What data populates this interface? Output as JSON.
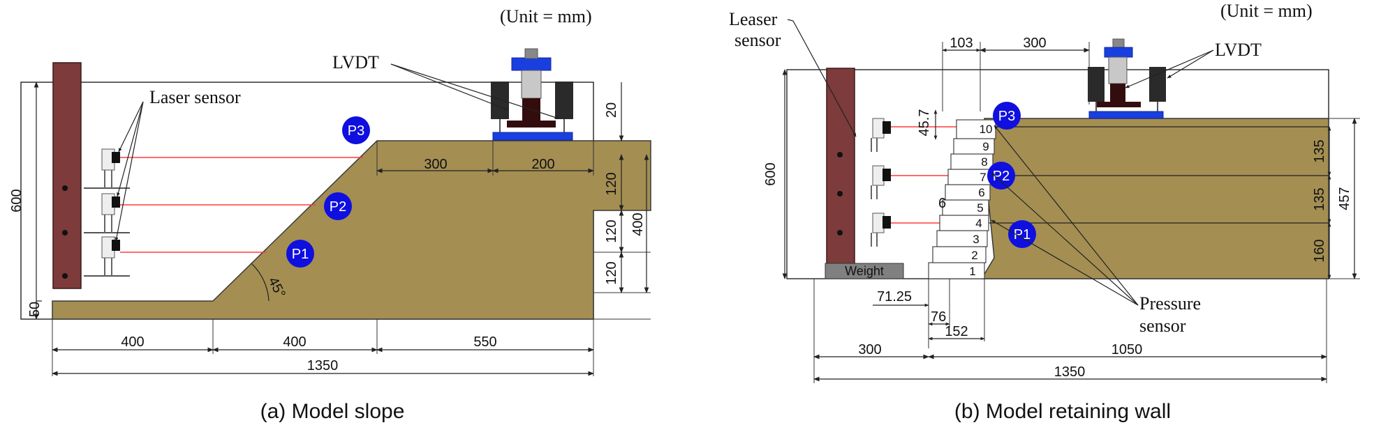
{
  "panel_a": {
    "unit": "(Unit = mm)",
    "lvdt": "LVDT",
    "laser": "Laser sensor",
    "points": [
      "P3",
      "P2",
      "P1"
    ],
    "angle": "45°",
    "dims": {
      "height_600": "600",
      "base_50": "50",
      "crest_300": "300",
      "footing_200": "200",
      "gap_20": "20",
      "layer_a": "120",
      "layer_b": "120",
      "layer_c": "120",
      "slope_400": "400",
      "bottom_400a": "400",
      "bottom_400b": "400",
      "bottom_550": "550",
      "total_1350": "1350"
    },
    "caption": "(a) Model slope"
  },
  "panel_b": {
    "unit": "(Unit = mm)",
    "lvdt": "LVDT",
    "laser_line1": "Leaser",
    "laser_line2": "sensor",
    "points": [
      "P3",
      "P2",
      "P1"
    ],
    "weight": "Weight",
    "pressure_line1": "Pressure",
    "pressure_line2": "sensor",
    "blocks": [
      "10",
      "9",
      "8",
      "7",
      "6",
      "5",
      "4",
      "3",
      "2",
      "1"
    ],
    "dims": {
      "top_103": "103",
      "top_300": "300",
      "small_45": "45.7",
      "small_6": "6",
      "height_600": "600",
      "right_135a": "135",
      "right_135b": "135",
      "right_160": "160",
      "right_457": "457",
      "d_7125": "71.25",
      "d_76": "76",
      "d_152": "152",
      "bottom_300": "300",
      "bottom_1050": "1050",
      "total_1350": "1350"
    },
    "caption": "(b) Model retaining wall"
  }
}
